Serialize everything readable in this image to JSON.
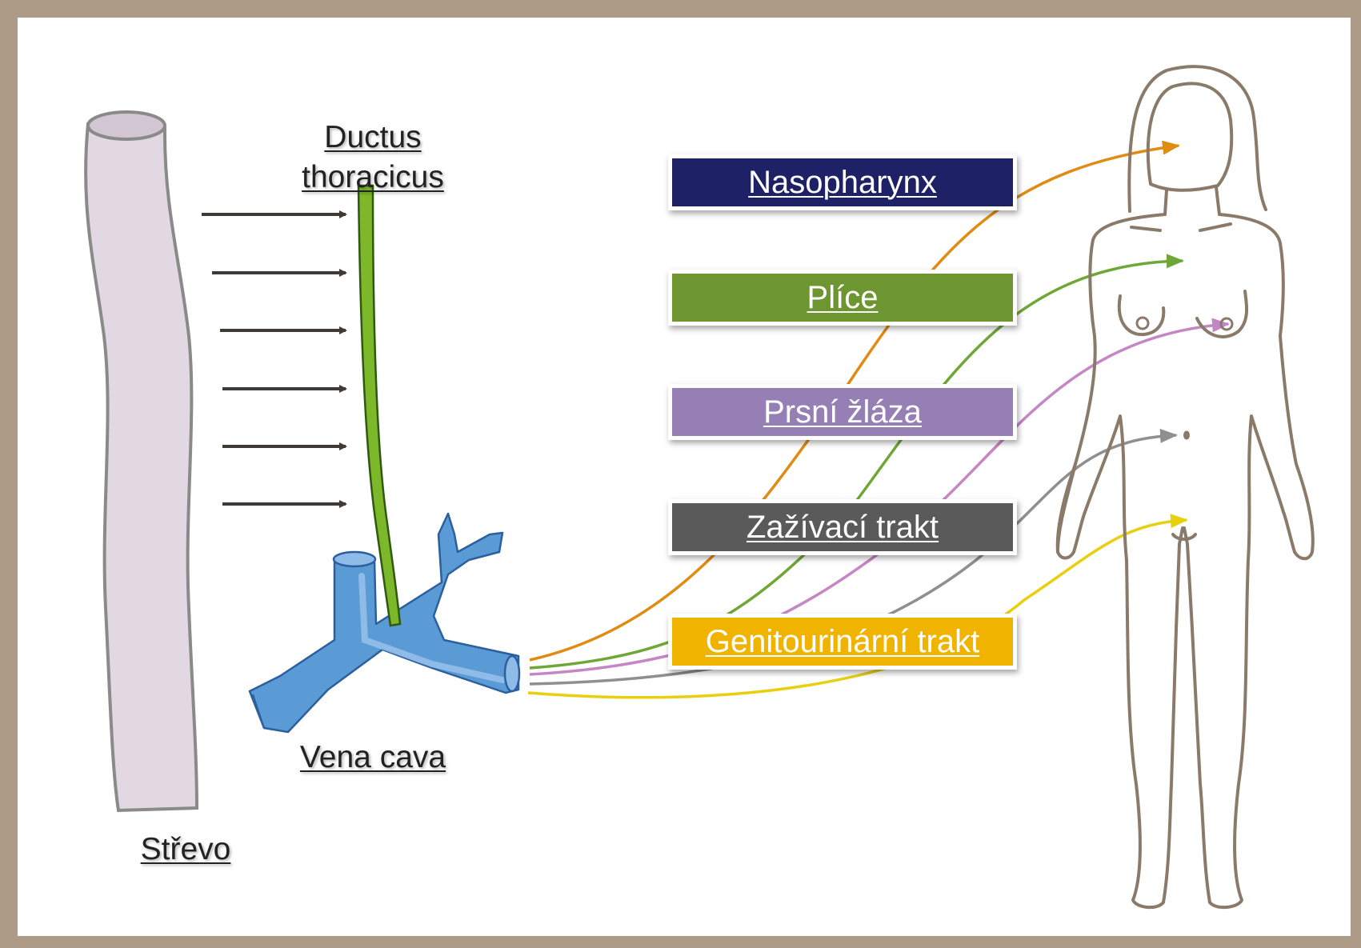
{
  "labels": {
    "ductus_line1": "Ductus",
    "ductus_line2": "thoracicus",
    "vena_cava": "Vena cava",
    "strevo": "Střevo"
  },
  "organs": [
    {
      "label": "Nasopharynx",
      "color": "#1e2166",
      "line_color": "#e08c12"
    },
    {
      "label": "Plíce",
      "color": "#6e9630",
      "line_color": "#6ea736"
    },
    {
      "label": "Prsní žláza",
      "color": "#967fb5",
      "line_color": "#c486c4"
    },
    {
      "label": "Zažívací trakt",
      "color": "#5a5a5a",
      "line_color": "#8f8f8f"
    },
    {
      "label": "Genitourinární trakt",
      "color": "#f0b400",
      "line_color": "#e8d010"
    }
  ],
  "colors": {
    "frame": "#ad9b88",
    "intestine": "#e2d8e2",
    "ductus": "#7cb82a",
    "vena": "#5b9bd5",
    "body_outline": "#8a7a6a",
    "arrows": "#3f3a35"
  }
}
